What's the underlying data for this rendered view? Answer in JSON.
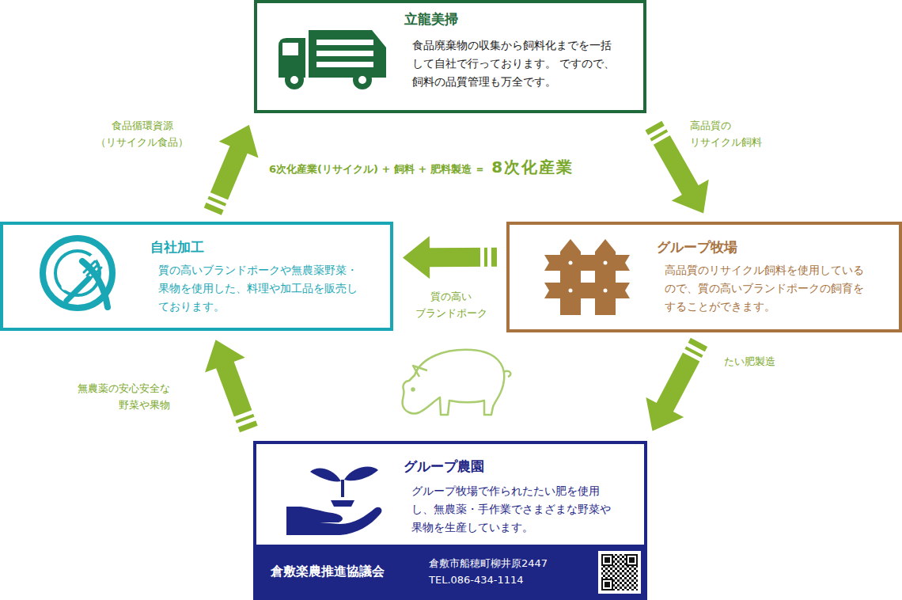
{
  "diagram": {
    "nodes": [
      {
        "text": [
          "立龍美掃",
          "食品廃棄物の収集から飼料化までを一括 して自社で行っております。 ですので、飼料の品質管理も万全です。"
        ]
      },
      {
        "text": [
          "自社加工",
          "質の高いブランドポークや無農薬野菜・ 果物を使用した、料理や加工品を販売し ております。"
        ]
      },
      {
        "text": [
          "グループ牧場",
          "高品質のリサイクル飼料を使用している ので、質の高いブランドポークの飼育を することができます。"
        ]
      },
      {
        "text": [
          "グループ農園",
          "グループ牧場で作られたたい肥を使用 し、無農薬・手作業でさまざまな野菜や 果物を生産しています。"
        ]
      },
      {
        "text": [
          "倉敷楽農推進協議会",
          "倉敷市船穂町柳井原2447 TEL.086-434-1114"
        ],
        "in": 3
      }
    ],
    "edges": [
      {
        "from": 0,
        "to": 2,
        "arrow": "to",
        "label": "高品質の リサイクル飼料"
      },
      {
        "from": 2,
        "to": 3,
        "arrow": "to",
        "label": "たい肥製造"
      },
      {
        "from": 3,
        "to": 1,
        "arrow": "to",
        "label": "無農薬の安心安全な 野菜や果物"
      },
      {
        "from": 1,
        "to": 0,
        "arrow": "to",
        "label": "食品循環資源 （リサイクル食品）"
      },
      {
        "from": 2,
        "to": 1,
        "arrow": "to",
        "label": "質の高い ブランドポーク"
      }
    ],
    "labels": [
      "6次化産業(リサイクル) + 飼料 + 肥料製造 ＝",
      "8次化産業"
    ]
  }
}
